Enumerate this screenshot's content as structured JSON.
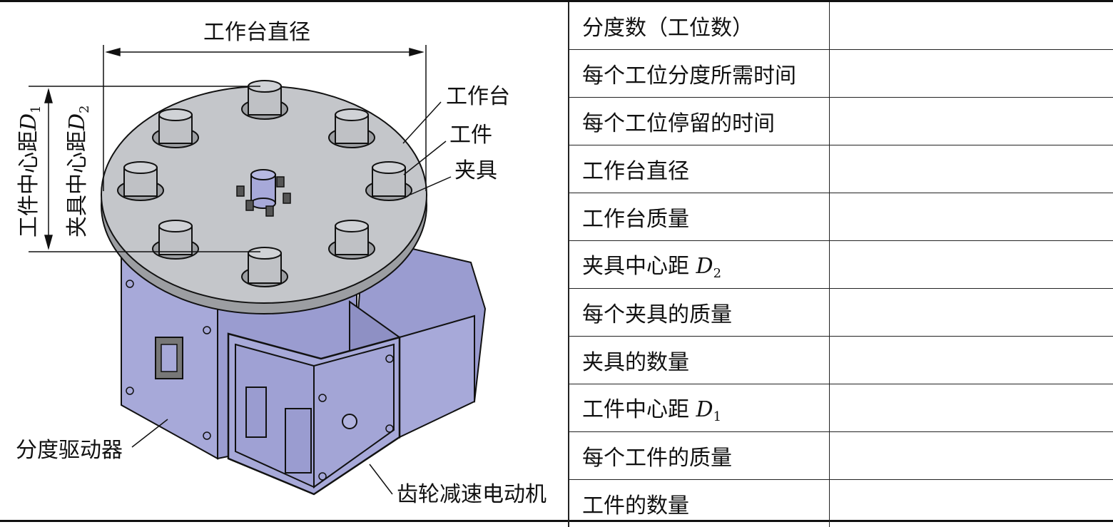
{
  "figure": {
    "labels": {
      "table_diameter": "工作台直径",
      "table": "工作台",
      "workpiece": "工件",
      "fixture": "夹具",
      "workpiece_center_distance": "工件中心距",
      "fixture_center_distance": "夹具中心距",
      "d1_symbol": "D",
      "d1_sub": "1",
      "d2_symbol": "D",
      "d2_sub": "2",
      "indexing_drive": "分度驱动器",
      "gear_motor": "齿轮减速电动机"
    },
    "colors": {
      "table_top": "#c4c6ca",
      "body": "#a7a9d9",
      "body_dark": "#8e90c4",
      "outline": "#111111"
    }
  },
  "table": {
    "rows": [
      {
        "label": "分度数（工位数）",
        "value": ""
      },
      {
        "label": "每个工位分度所需时间",
        "value": ""
      },
      {
        "label": "每个工位停留的时间",
        "value": ""
      },
      {
        "label": "工作台直径",
        "value": ""
      },
      {
        "label": "工作台质量",
        "value": ""
      },
      {
        "label": "夹具中心距 ",
        "sym": "D",
        "sub": "2",
        "value": ""
      },
      {
        "label": "每个夹具的质量",
        "value": ""
      },
      {
        "label": "夹具的数量",
        "value": ""
      },
      {
        "label": "工件中心距 ",
        "sym": "D",
        "sub": "1",
        "value": ""
      },
      {
        "label": "每个工件的质量",
        "value": ""
      },
      {
        "label": "工件的数量",
        "value": ""
      }
    ]
  }
}
